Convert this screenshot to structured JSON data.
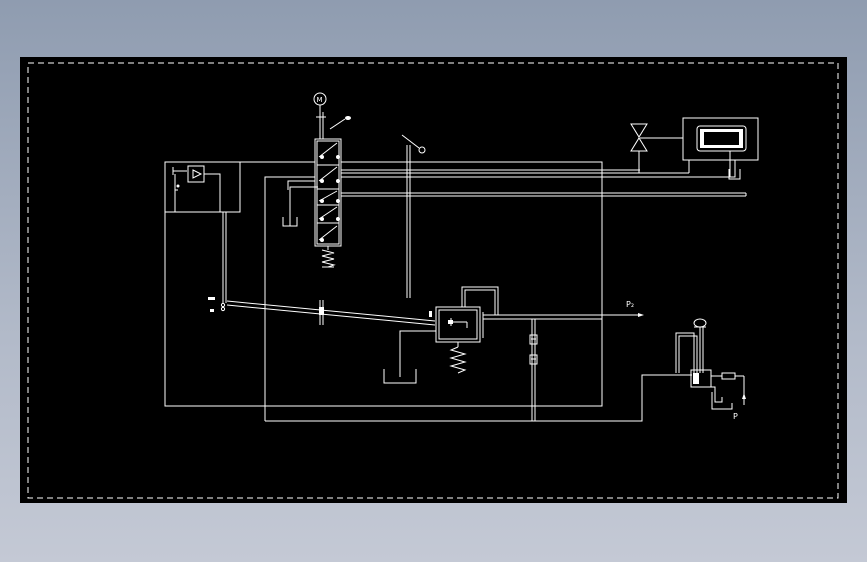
{
  "colors": {
    "canvas_background": "#000000",
    "line_color": "#ffffff",
    "window_background": "#a7b1c2"
  },
  "labels": {
    "motor_symbol": "M",
    "outlet_pressure": "P₂",
    "supply_pressure": "P"
  },
  "icons": {
    "motor": "motor-icon",
    "valve_stack": "valve-stack-icon",
    "amplifier": "amplifier-icon",
    "check_valve": "check-valve-icon",
    "gauge": "gauge-icon"
  }
}
